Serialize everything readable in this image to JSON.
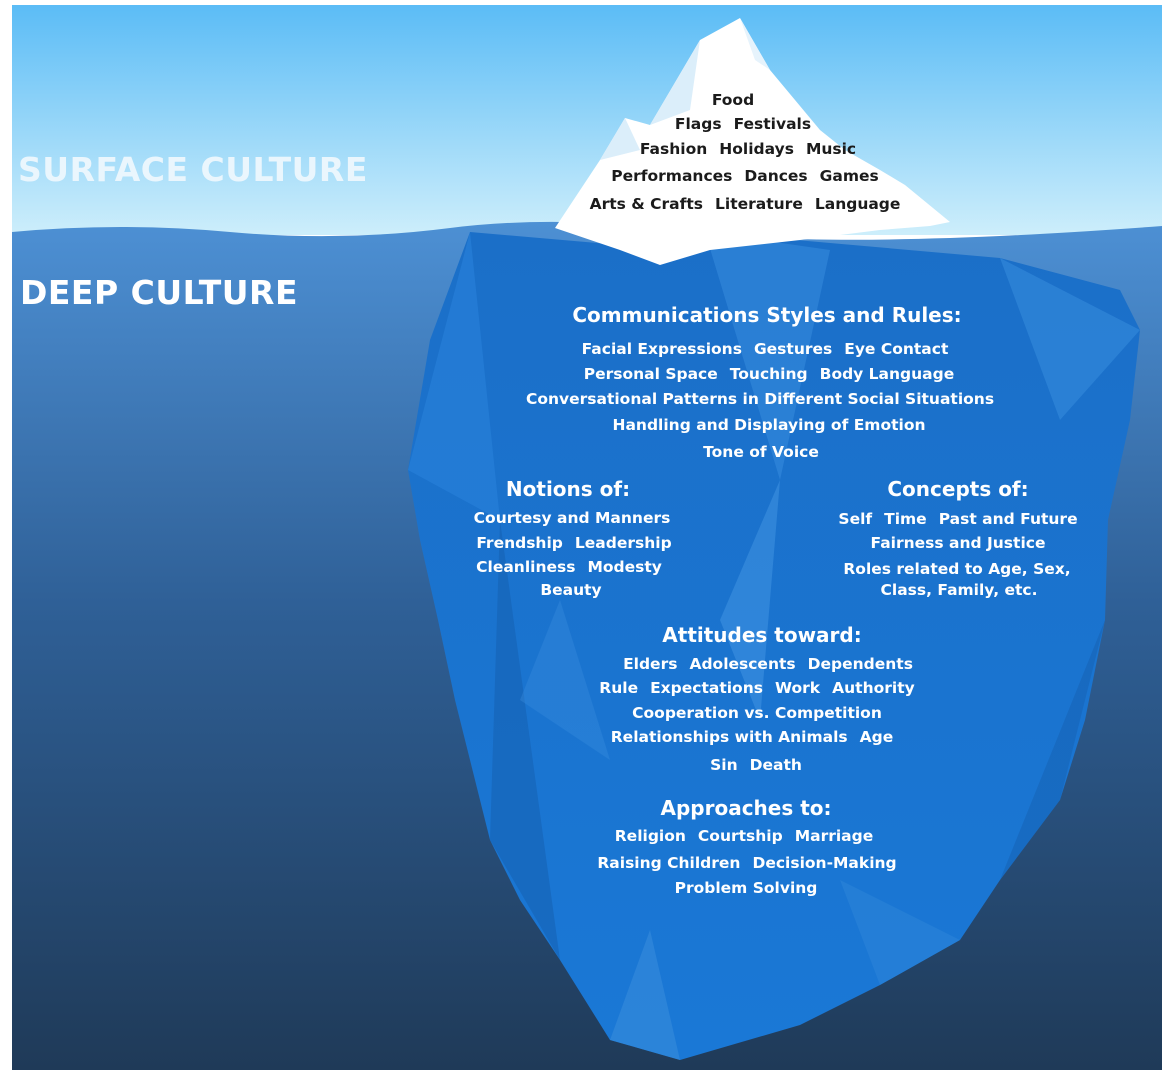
{
  "surface_label": "SURFACE CULTURE",
  "deep_label": "DEEP CULTURE",
  "surface_items": [
    [
      "Food"
    ],
    [
      "Flags",
      "Festivals"
    ],
    [
      "Fashion",
      "Holidays",
      "Music"
    ],
    [
      "Performances",
      "Dances",
      "Games"
    ],
    [
      "Arts & Crafts",
      "Literature",
      "Language"
    ]
  ],
  "communication": {
    "heading": "Communications Styles and Rules:",
    "rows": [
      [
        "Facial Expressions",
        "Gestures",
        "Eye Contact"
      ],
      [
        "Personal Space",
        "Touching",
        "Body Language"
      ],
      [
        "Conversational Patterns in Different Social Situations"
      ],
      [
        "Handling and Displaying of Emotion"
      ],
      [
        "Tone of Voice"
      ]
    ]
  },
  "notions": {
    "heading": "Notions of:",
    "rows": [
      [
        "Courtesy and Manners"
      ],
      [
        "Frendship",
        "Leadership"
      ],
      [
        "Cleanliness",
        "Modesty"
      ],
      [
        "Beauty"
      ]
    ]
  },
  "concepts": {
    "heading": "Concepts of:",
    "rows": [
      [
        "Self",
        "Time",
        "Past and Future"
      ],
      [
        "Fairness and Justice"
      ],
      [
        "Roles related to Age, Sex,"
      ],
      [
        "Class, Family, etc."
      ]
    ]
  },
  "attitudes": {
    "heading": "Attitudes toward:",
    "rows": [
      [
        "Elders",
        "Adolescents",
        "Dependents"
      ],
      [
        "Rule",
        "Expectations",
        "Work",
        "Authority"
      ],
      [
        "Cooperation vs. Competition"
      ],
      [
        "Relationships with Animals",
        "Age"
      ],
      [
        "Sin",
        "Death"
      ]
    ]
  },
  "approaches": {
    "heading": "Approaches to:",
    "rows": [
      [
        "Religion",
        "Courtship",
        "Marriage"
      ],
      [
        "Raising Children",
        "Decision-Making"
      ],
      [
        "Problem Solving"
      ]
    ]
  },
  "colors": {
    "sky_top": "#5bbcf6",
    "sky_bottom": "#c9ecfb",
    "water_top": "#4d8fd3",
    "water_bottom": "#1f3a58",
    "ice_tip": "#ffffff",
    "ice_body": "#1a73cc"
  }
}
